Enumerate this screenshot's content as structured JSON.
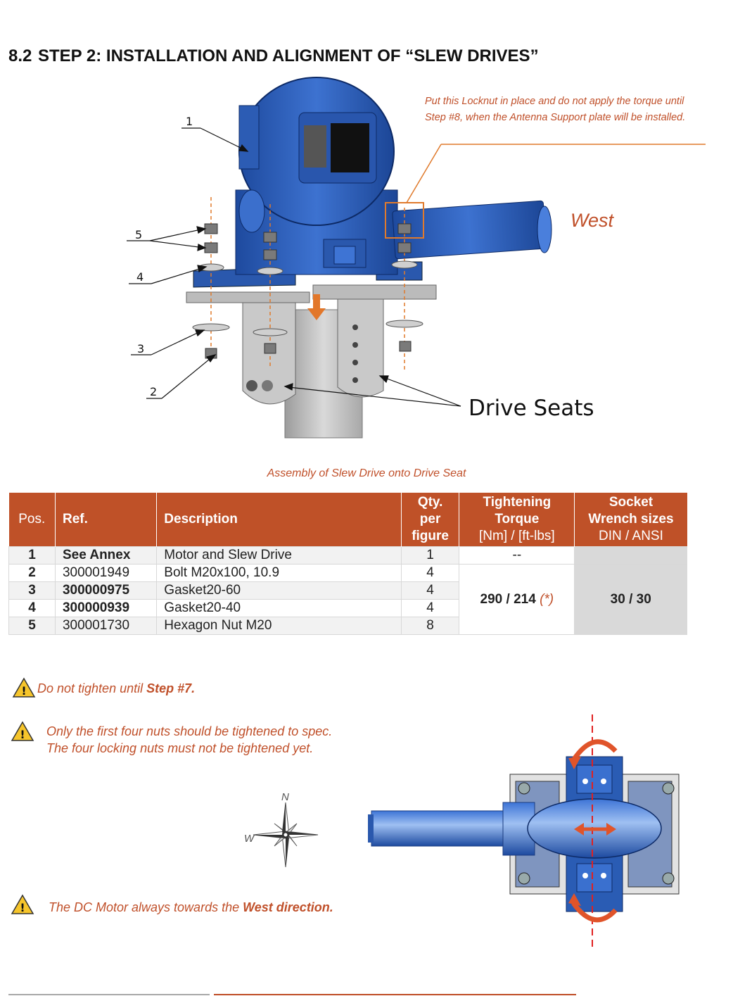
{
  "header": {
    "section_number": "8.2",
    "title": "STEP 2: INSTALLATION AND ALIGNMENT OF “SLEW DRIVES”"
  },
  "figure": {
    "callouts": [
      "1",
      "5",
      "4",
      "3",
      "2"
    ],
    "note": "Put this Locknut in place and do not apply the torque until Step #8, when the Antenna Support plate will be installed.",
    "west_label": "West",
    "drive_seats_label": "Drive Seats",
    "caption": "Assembly of Slew Drive onto Drive Seat"
  },
  "table": {
    "headers": {
      "pos": "Pos.",
      "ref": "Ref.",
      "description": "Description",
      "qty_1": "Qty.",
      "qty_2": "per",
      "qty_3": "figure",
      "torque_1": "Tightening",
      "torque_2": "Torque",
      "torque_3": "[Nm] / [ft-lbs]",
      "socket_1": "Socket",
      "socket_2": "Wrench sizes",
      "socket_3": "DIN / ANSI"
    },
    "rows": [
      {
        "pos": "1",
        "ref": "See Annex",
        "description": "Motor and Slew Drive",
        "qty": "1",
        "torque": "--"
      },
      {
        "pos": "2",
        "ref": "300001949",
        "description": "Bolt M20x100, 10.9",
        "qty": "4"
      },
      {
        "pos": "3",
        "ref": "300000975",
        "description": "Gasket20-60",
        "qty": "4"
      },
      {
        "pos": "4",
        "ref": "300000939",
        "description": "Gasket20-40",
        "qty": "4"
      },
      {
        "pos": "5",
        "ref": "300001730",
        "description": "Hexagon Nut M20",
        "qty": "8"
      }
    ],
    "merged_torque": "290 / 214",
    "merged_torque_note": "(*)",
    "merged_socket": "30 / 30"
  },
  "warnings": {
    "w1_text": "Do not tighten until ",
    "w1_bold": "Step #7.",
    "w2_line1": "Only the first four nuts should be tightened to spec.",
    "w2_line2": "The four locking nuts must not be tightened yet.",
    "w3_text": "The DC Motor always towards the ",
    "w3_bold": "West direction."
  },
  "compass": {
    "north": "N",
    "west": "W"
  },
  "colors": {
    "accent": "#bf5128",
    "warning_text": "#c0502a",
    "drive_blue": "#2f5fb8"
  }
}
